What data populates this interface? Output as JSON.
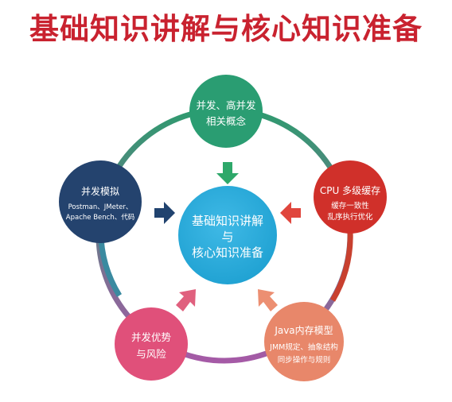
{
  "title": "基础知识讲解与核心知识准备",
  "colors": {
    "title": "#c9222f",
    "ring_top": "#2f9a6f",
    "ring_bottom": "#a55aa6",
    "ring_left": "#3a8aa0",
    "ring_right": "#c8402f",
    "center": "#1c9fd0",
    "arrow_green": "#2ea86a",
    "arrow_red": "#e0463d",
    "arrow_blue": "#21436f",
    "arrow_pink": "#e0607e",
    "arrow_salmon": "#ec8f72"
  },
  "center": {
    "lines": [
      "基础知识讲解",
      "与",
      "核心知识准备"
    ]
  },
  "nodes": [
    {
      "key": "concurrency-concepts",
      "color": "#2a9d72",
      "title_lines": [
        "并发、高并发",
        "相关概念"
      ],
      "sub_lines": []
    },
    {
      "key": "cpu-cache",
      "color": "#d0302a",
      "title_lines": [
        "CPU 多级缓存"
      ],
      "sub_lines": [
        "缓存一致性",
        "乱序执行优化"
      ]
    },
    {
      "key": "java-memory-model",
      "color": "#e8876a",
      "title_lines": [
        "Java内存模型"
      ],
      "sub_lines": [
        "JMM规定、抽象结构",
        "同步操作与规则"
      ]
    },
    {
      "key": "concurrency-risks",
      "color": "#e0507a",
      "title_lines": [
        "并发优势",
        "与风险"
      ],
      "sub_lines": []
    },
    {
      "key": "concurrency-simulation",
      "color": "#24436e",
      "title_lines": [
        "并发模拟"
      ],
      "sub_lines": [
        "Postman、JMeter、",
        "Apache Bench、代码"
      ]
    }
  ]
}
